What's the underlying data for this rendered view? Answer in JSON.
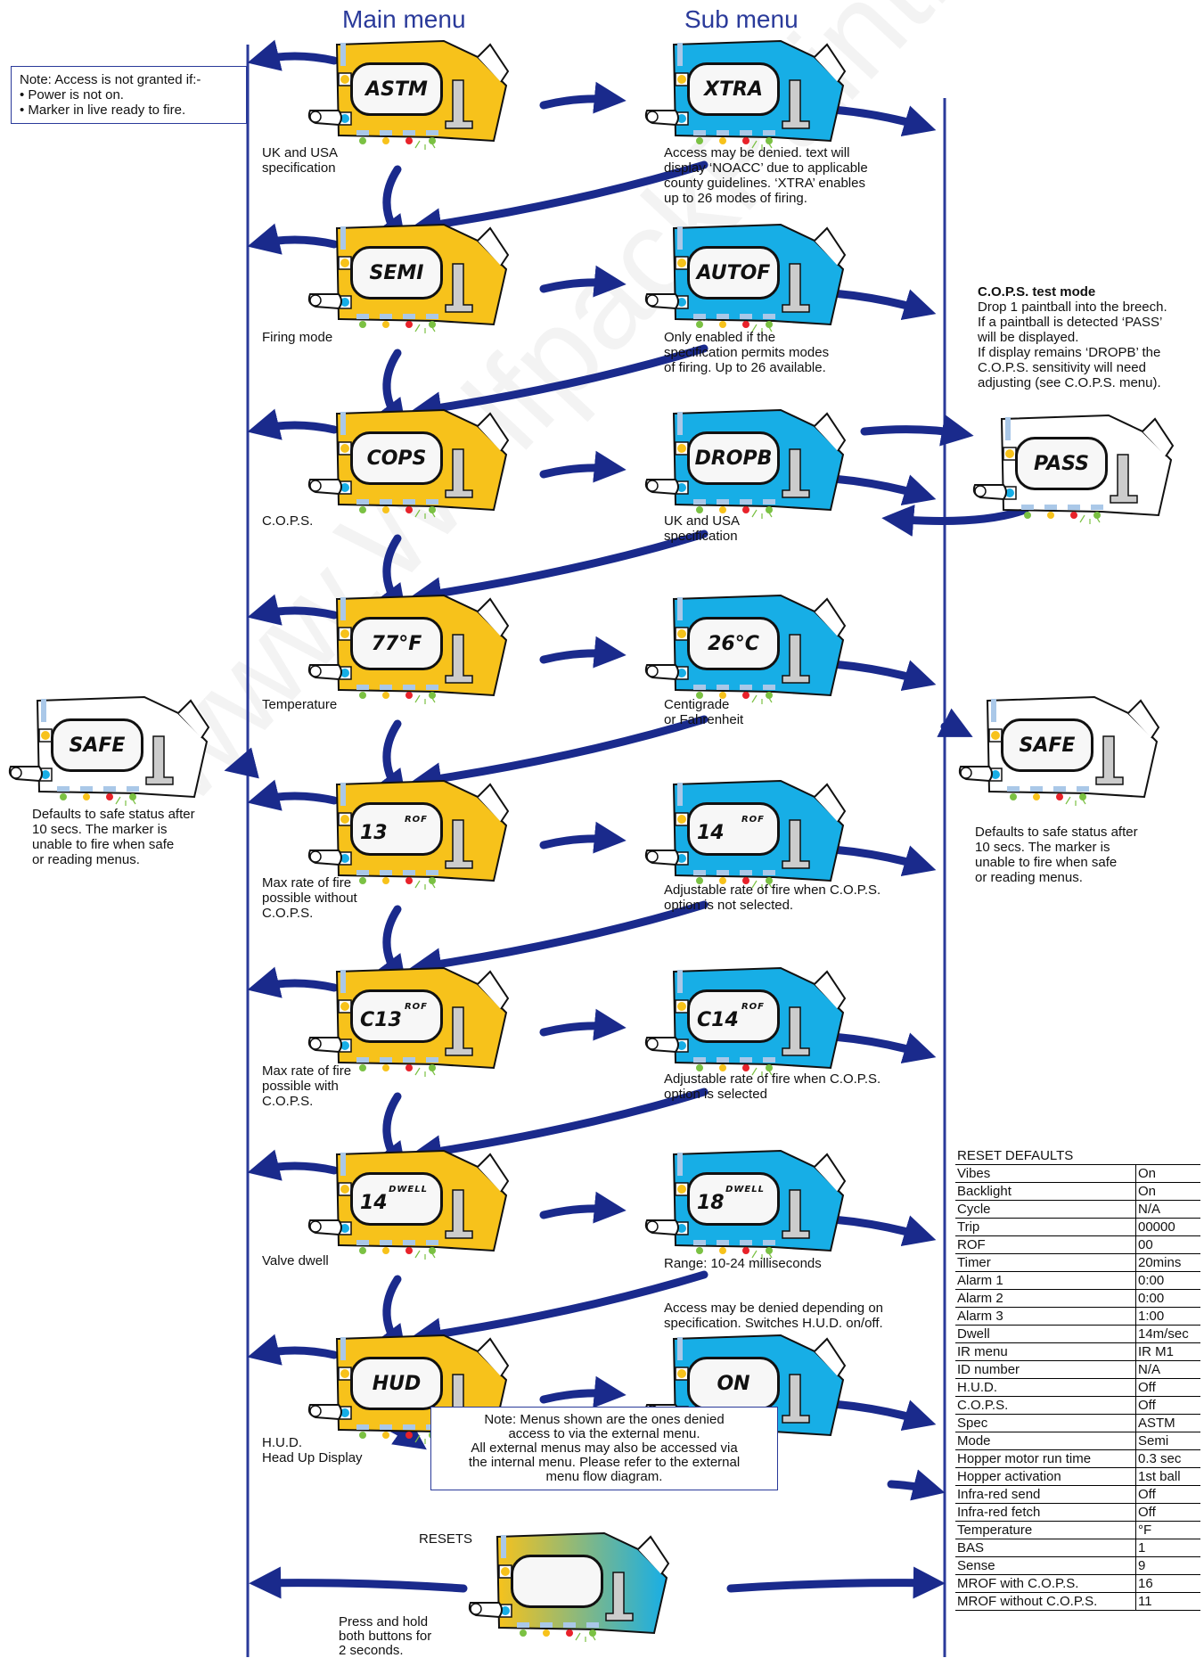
{
  "headers": {
    "main": "Main menu",
    "sub": "Sub menu"
  },
  "access_note": {
    "title": "Note: Access is not granted if:-",
    "items": [
      "• Power is not on.",
      "• Marker in live ready to fire."
    ]
  },
  "colors": {
    "main_device": "#f7c21b",
    "sub_device": "#17aee6",
    "arrow": "#1a2a8c",
    "rule": "#2a3a9a"
  },
  "main": [
    {
      "display": "ASTM",
      "caption": "UK and USA\nspecification"
    },
    {
      "display": "SEMI",
      "caption": "Firing mode"
    },
    {
      "display": "COPS",
      "caption": "C.O.P.S."
    },
    {
      "display": "77°F",
      "caption": "Temperature"
    },
    {
      "display_top": "ROF",
      "display": "13",
      "caption": "Max rate of fire\npossible without\nC.O.P.S."
    },
    {
      "display_top": "ROF",
      "display": "C13",
      "caption": "Max rate of fire\npossible with\nC.O.P.S."
    },
    {
      "display_top": "DWELL",
      "display": "14",
      "caption": "Valve dwell"
    },
    {
      "display": "HUD",
      "caption": "H.U.D.\nHead Up Display"
    }
  ],
  "sub": [
    {
      "display": "XTRA",
      "caption": "Access may be denied. text will\ndisplay ‘NOACC’ due to applicable\ncounty guidelines. ‘XTRA’ enables\nup to 26 modes of firing."
    },
    {
      "display": "AUTOF",
      "caption": "Only enabled if the\nspecification permits modes\nof firing. Up to 26 available."
    },
    {
      "display": "DROPB",
      "caption": "UK and USA\nspecification"
    },
    {
      "display": "26°C",
      "caption": "Centigrade\nor Fahrenheit"
    },
    {
      "display_top": "ROF",
      "display": "14",
      "caption": "Adjustable rate of fire when C.O.P.S.\noption is not selected."
    },
    {
      "display_top": "ROF",
      "display": "C14",
      "caption": "Adjustable rate of fire when C.O.P.S.\noption is selected"
    },
    {
      "display_top": "DWELL",
      "display": "18",
      "caption": "Range: 10-24 milliseconds"
    },
    {
      "display": "ON",
      "caption": "Access may be denied depending on\nspecification. Switches H.U.D. on/off."
    }
  ],
  "cops_test": {
    "title": "C.O.P.S. test mode",
    "body": "Drop 1 paintball into the breech.\nIf a paintball is detected ‘PASS’\nwill be displayed.\nIf display remains ‘DROPB’ the\nC.O.P.S. sensitivity will need\nadjusting (see C.O.P.S. menu).",
    "display": "PASS"
  },
  "safe_left": {
    "display": "SAFE",
    "caption": "Defaults to safe status after\n10 secs. The marker is\nunable to fire when safe\nor reading menus."
  },
  "safe_right": {
    "display": "SAFE",
    "caption": "Defaults to safe status after\n10 secs. The marker is\nunable to fire when safe\nor reading menus."
  },
  "menus_note": "Note: Menus shown are the ones denied\naccess to via the external menu.\nAll external menus may also be accessed via\nthe internal menu. Please refer to the external\nmenu flow diagram.",
  "resets": {
    "label": "RESETS",
    "caption": "Press and hold\nboth buttons for\n2 seconds."
  },
  "reset_defaults": {
    "title": "RESET DEFAULTS",
    "rows": [
      [
        "Vibes",
        "On"
      ],
      [
        "Backlight",
        "On"
      ],
      [
        "Cycle",
        "N/A"
      ],
      [
        "Trip",
        "00000"
      ],
      [
        "ROF",
        "00"
      ],
      [
        "Timer",
        "20mins"
      ],
      [
        "Alarm 1",
        "0:00"
      ],
      [
        "Alarm 2",
        "0:00"
      ],
      [
        "Alarm 3",
        "1:00"
      ],
      [
        "Dwell",
        "14m/sec"
      ],
      [
        "IR menu",
        "IR M1"
      ],
      [
        "ID number",
        "N/A"
      ],
      [
        "H.U.D.",
        "Off"
      ],
      [
        "C.O.P.S.",
        "Off"
      ],
      [
        "Spec",
        "ASTM"
      ],
      [
        "Mode",
        "Semi"
      ],
      [
        "Hopper motor run time",
        "0.3 sec"
      ],
      [
        "Hopper activation",
        "1st ball"
      ],
      [
        "Infra-red send",
        "Off"
      ],
      [
        "Infra-red fetch",
        "Off"
      ],
      [
        "Temperature",
        "°F"
      ],
      [
        "BAS",
        "1"
      ],
      [
        "Sense",
        "9"
      ],
      [
        "MROF with C.O.P.S.",
        "16"
      ],
      [
        "MROF without C.O.P.S.",
        "11"
      ]
    ]
  },
  "watermark": "www.WolfpackPaintballTeam.com"
}
